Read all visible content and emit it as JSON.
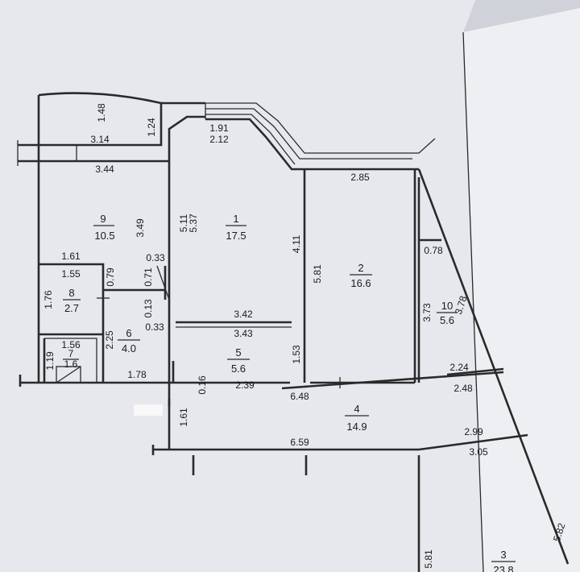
{
  "rooms": [
    {
      "number": "1",
      "area": "17.5"
    },
    {
      "number": "2",
      "area": "16.6"
    },
    {
      "number": "3",
      "area": "23.8"
    },
    {
      "number": "4",
      "area": "14.9"
    },
    {
      "number": "5",
      "area": "5.6"
    },
    {
      "number": "6",
      "area": "4.0"
    },
    {
      "number": "7",
      "area": "1.6"
    },
    {
      "number": "8",
      "area": "2.7"
    },
    {
      "number": "9",
      "area": "10.5"
    },
    {
      "number": "10",
      "area": "5.6"
    }
  ],
  "dimensions": [
    "1.48",
    "1.24",
    "3.14",
    "3.44",
    "1.91",
    "2.12",
    "2.85",
    "3.49",
    "5.11",
    "5.37",
    "4.11",
    "5.81",
    "1.61",
    "1.55",
    "0.79",
    "0.33",
    "0.71",
    "1.76",
    "0.13",
    "0.33",
    "2.25",
    "1.56",
    "1.19",
    "3.42",
    "3.43",
    "1.53",
    "0.78",
    "3.73",
    "3.78",
    "2.24",
    "2.48",
    "1.78",
    "0.16",
    "2.39",
    "6.48",
    "1.61",
    "6.59",
    "2.99",
    "3.05",
    "5.81",
    "5.82"
  ]
}
